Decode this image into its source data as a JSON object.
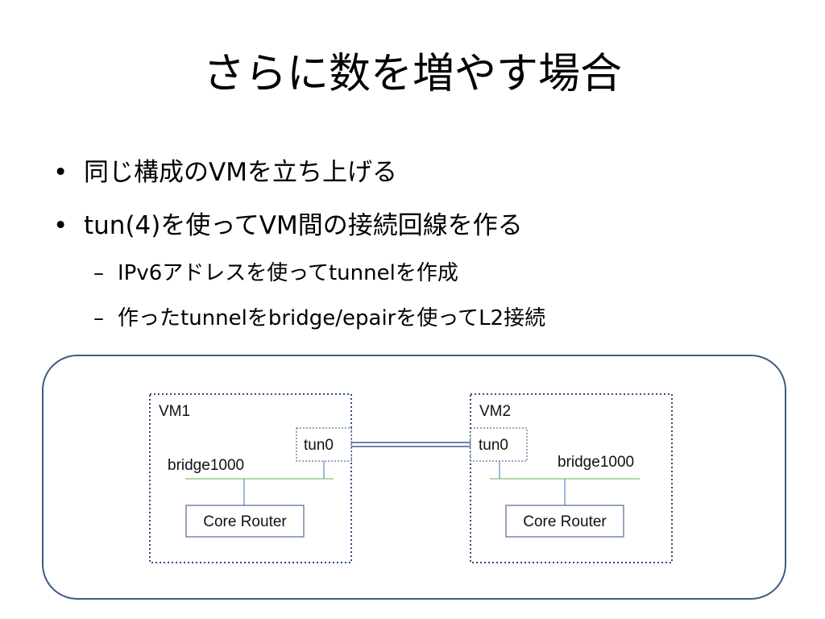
{
  "slide": {
    "title": "さらに数を増やす場合",
    "bullets": [
      {
        "mark": "•",
        "text": "同じ構成のVMを立ち上げる"
      },
      {
        "mark": "•",
        "text": "tun(4)を使ってVM間の接続回線を作る"
      }
    ],
    "sub_bullets": [
      {
        "mark": "–",
        "text": "IPv6アドレスを使ってtunnelを作成"
      },
      {
        "mark": "–",
        "text": "作ったtunnelをbridge/epairを使ってL2接続"
      }
    ]
  },
  "diagram": {
    "vm1": {
      "label": "VM1",
      "tun_label": "tun0",
      "bridge_label": "bridge1000",
      "router_label": "Core Router"
    },
    "vm2": {
      "label": "VM2",
      "tun_label": "tun0",
      "bridge_label": "bridge1000",
      "router_label": "Core Router"
    },
    "colors": {
      "frame": "#3e5a82",
      "vm_border": "#2d4f7c",
      "bridge_line": "#9ccb7e",
      "link_line": "#5b8ac8",
      "tunnel_line": "#3e5f8f"
    }
  }
}
